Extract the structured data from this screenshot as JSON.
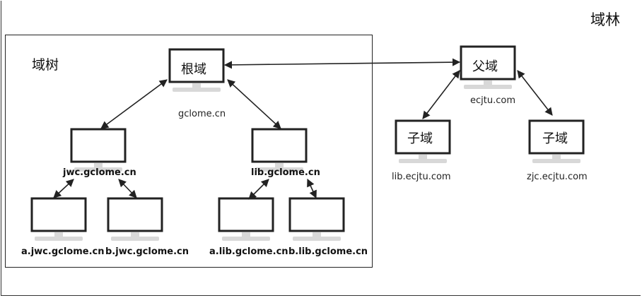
{
  "forest": {
    "title": "域林"
  },
  "tree": {
    "title": "域树"
  },
  "nodes": {
    "root": {
      "screen": "根域",
      "caption": "gclome.cn"
    },
    "jwc": {
      "screen": "",
      "caption": "jwc.gclome.cn"
    },
    "lib": {
      "screen": "",
      "caption": "lib.gclome.cn"
    },
    "a_jwc": {
      "screen": "",
      "caption": "a.jwc.gclome.cn"
    },
    "b_jwc": {
      "screen": "",
      "caption": "b.jwc.gclome.cn"
    },
    "a_lib": {
      "screen": "",
      "caption": "a.lib.gclome.cn"
    },
    "b_lib": {
      "screen": "",
      "caption": "b.lib.gclome.cn"
    },
    "parent": {
      "screen": "父域",
      "caption": "ecjtu.com"
    },
    "child1": {
      "screen": "子域",
      "caption": "lib.ecjtu.com"
    },
    "child2": {
      "screen": "子域",
      "caption": "zjc.ecjtu.com"
    }
  },
  "colors": {
    "line": "#222222",
    "screen_border": "#222222",
    "stand": "#d8d8d8"
  }
}
